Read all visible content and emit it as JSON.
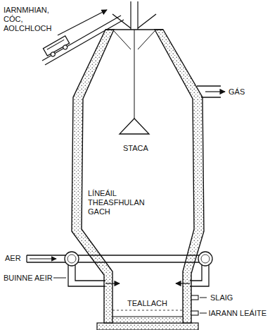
{
  "diagram": {
    "labels": [
      "IARNMHIAN, CÓC, AOLCHLOCH",
      "GÁS",
      "STACA",
      "LÍNEÁIL THEASFHULAN GACH",
      "AER",
      "BUINNE AEIR",
      "TEALLACH",
      "SLAIG",
      "IARANN LEÁITE"
    ]
  }
}
